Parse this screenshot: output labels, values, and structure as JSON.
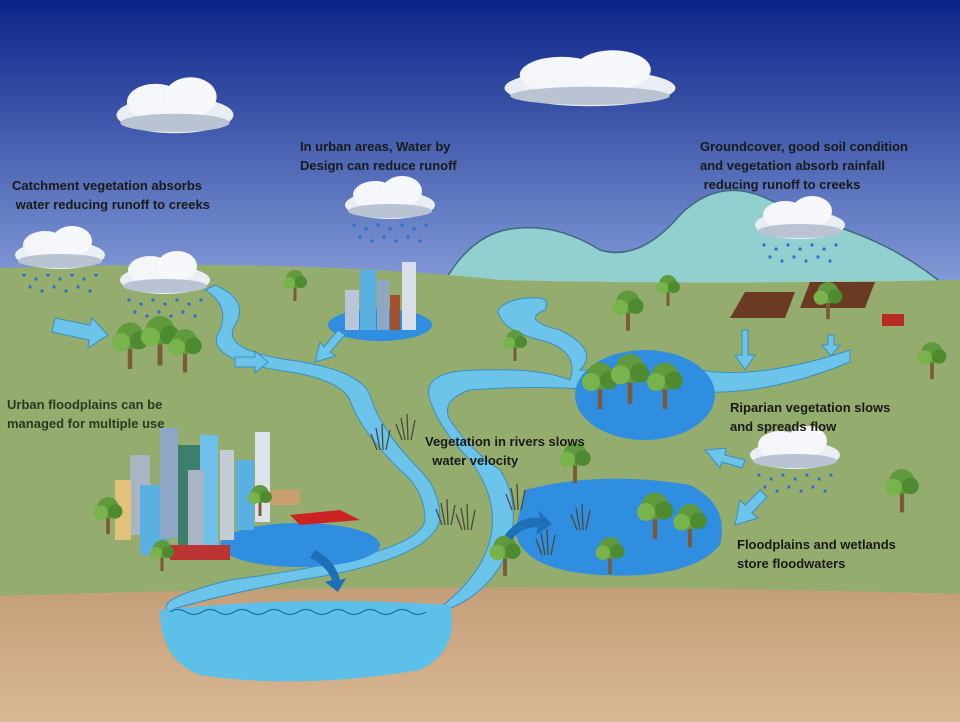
{
  "labels": {
    "catchment": [
      "Catchment vegetation absorbs",
      " water reducing runoff to creeks"
    ],
    "urban_areas": [
      "In urban areas, Water by",
      "Design can reduce runoff"
    ],
    "groundcover": [
      "Groundcover, good soil condition",
      "and vegetation absorb rainfall",
      " reducing runoff to creeks"
    ],
    "urban_floodplains": [
      "Urban floodplains can be",
      "managed for multiple use"
    ],
    "vegetation_rivers": [
      "Vegetation in rivers slows",
      "  water velocity"
    ],
    "riparian": [
      "Riparian vegetation slows",
      "and spreads flow"
    ],
    "floodplains": [
      "Floodplains and wetlands",
      "store floodwaters"
    ]
  },
  "colors": {
    "sky_top": "#0b2488",
    "sky_bottom": "#7d96d8",
    "ground": "#94ad6e",
    "soil": "#c7a27c",
    "water": "#6cc4ea",
    "wetland": "#2f8ee0",
    "hills": "#92d0cf"
  }
}
